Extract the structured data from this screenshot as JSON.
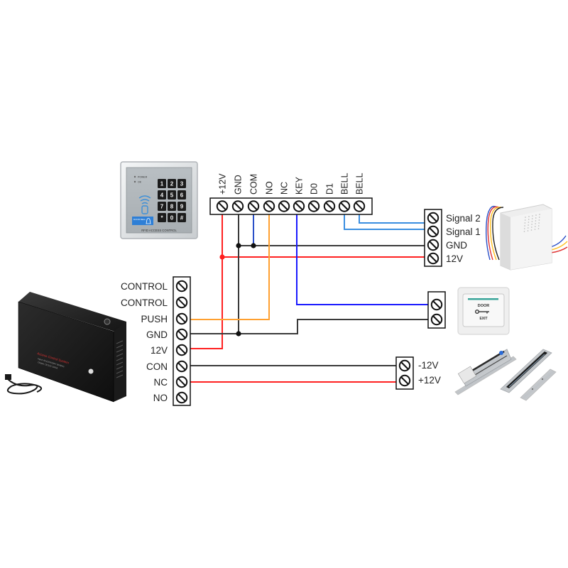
{
  "diagram": {
    "title": "RFID access control wiring diagram",
    "colors": {
      "power_positive": "#ff2020",
      "ground": "#3a3a3a",
      "com": "#2a4fc8",
      "no": "#ffa030",
      "key": "#1a1aff",
      "bell_signal": "#3a8ee0"
    },
    "controller": {
      "name": "RFID keypad access controller",
      "label": "RFID ACCESS CONTROL",
      "indicators": [
        "POWER",
        "OK"
      ],
      "keys": [
        "1",
        "2",
        "3",
        "4",
        "5",
        "6",
        "7",
        "8",
        "9",
        "*",
        "0",
        "#"
      ],
      "doorbell_key": "DOOR BELL",
      "terminals": [
        "+12V",
        "GND",
        "COM",
        "NO",
        "NC",
        "KEY",
        "D0",
        "D1",
        "BELL",
        "BELL"
      ]
    },
    "power_supply": {
      "name": "Access control power supply",
      "label": "Access Control System",
      "spec_lines": [
        "Input: AC110V/220V 50/60Hz",
        "Output: DC12V 3A/5A"
      ],
      "terminals": [
        "CONTROL",
        "CONTROL",
        "PUSH",
        "GND",
        "12V",
        "CON",
        "NC",
        "NO"
      ]
    },
    "doorbell": {
      "name": "Wired doorbell",
      "terminals": [
        "Signal 2",
        "Signal 1",
        "GND",
        "12V"
      ]
    },
    "exit_button": {
      "name": "Door exit button",
      "face_text": [
        "DOOR",
        "EXIT"
      ],
      "terminals": [
        "",
        ""
      ]
    },
    "lock": {
      "name": "Electric bolt lock / magnetic lock",
      "terminals": [
        "-12V",
        "+12V"
      ]
    },
    "connections": [
      {
        "from": "controller.+12V",
        "to": "power_supply.12V",
        "color": "power_positive"
      },
      {
        "from": "controller.+12V",
        "to": "doorbell.12V",
        "color": "power_positive"
      },
      {
        "from": "controller.GND",
        "to": "power_supply.GND",
        "color": "ground"
      },
      {
        "from": "controller.GND",
        "to": "doorbell.GND",
        "color": "ground"
      },
      {
        "from": "controller.COM",
        "to": "controller.GND",
        "color": "com"
      },
      {
        "from": "controller.NO",
        "to": "power_supply.PUSH",
        "color": "no"
      },
      {
        "from": "controller.KEY",
        "to": "exit_button.1",
        "color": "key"
      },
      {
        "from": "power_supply.GND",
        "to": "exit_button.2",
        "color": "ground"
      },
      {
        "from": "controller.BELL",
        "to": "doorbell.Signal 1",
        "color": "bell_signal"
      },
      {
        "from": "controller.BELL",
        "to": "doorbell.Signal 2",
        "color": "bell_signal"
      },
      {
        "from": "power_supply.CON",
        "to": "lock.-12V",
        "color": "ground"
      },
      {
        "from": "power_supply.NC",
        "to": "lock.+12V",
        "color": "power_positive"
      }
    ]
  }
}
